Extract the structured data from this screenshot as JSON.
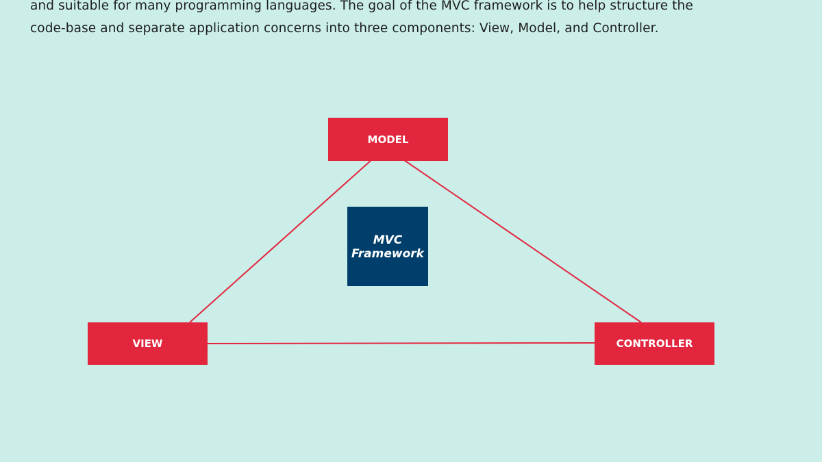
{
  "intro": {
    "line1": "and suitable for many programming languages. The goal of the MVC framework is to help structure the",
    "line2": "code-base and separate application concerns into three components: View, Model, and Controller."
  },
  "diagram": {
    "nodes": {
      "model": "MODEL",
      "view": "VIEW",
      "controller": "CONTROLLER"
    },
    "center": {
      "line1": "MVC",
      "line2": "Framework"
    }
  },
  "colors": {
    "background": "#cbeee9",
    "node_fill": "#e2263e",
    "connector": "#e2263e",
    "center_fill": "#003f6b",
    "node_text": "#ffffff",
    "body_text": "#1d1d1d"
  }
}
